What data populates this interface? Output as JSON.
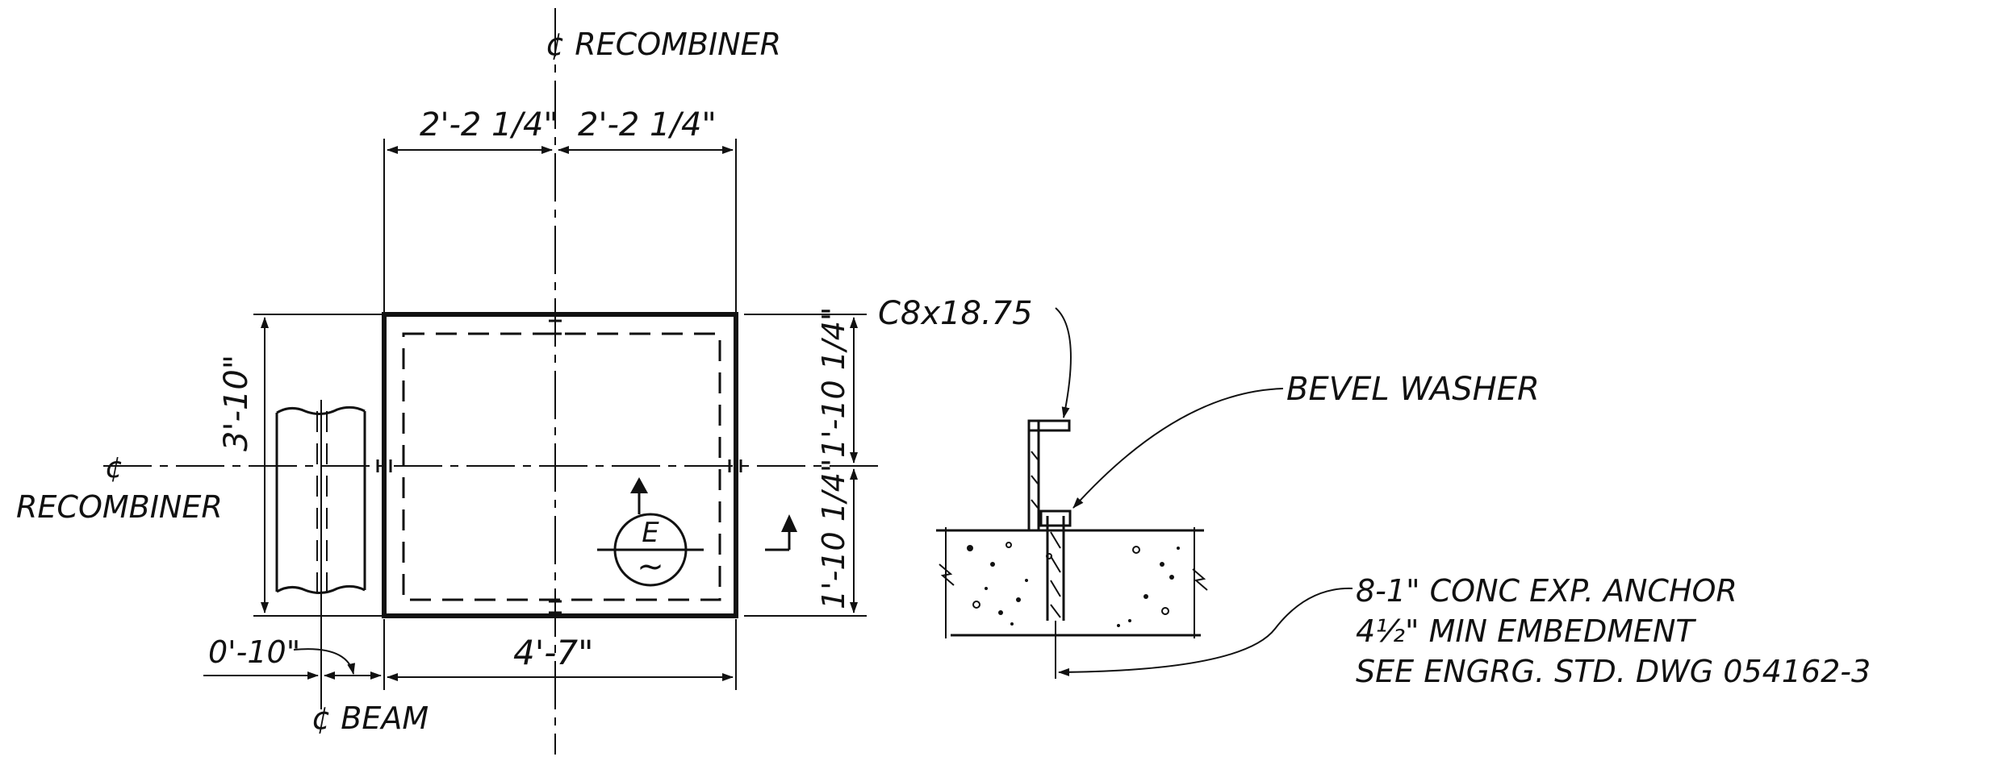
{
  "labels": {
    "cl_recombiner_top": "¢ RECOMBINER",
    "cl_recombiner_left_symbol": "¢",
    "cl_recombiner_left": "RECOMBINER",
    "cl_beam": "¢ BEAM",
    "dim_top_left": "2'-2 1/4\"",
    "dim_top_right": "2'-2 1/4\"",
    "dim_left": "3'-10\"",
    "dim_right_upper": "1'-10 1/4\"",
    "dim_right_lower": "1'-10 1/4\"",
    "dim_bottom": "4'-7\"",
    "dim_beam_offset": "0'-10\"",
    "channel": "C8x18.75",
    "bevel_washer": "BEVEL WASHER",
    "anchor_line1": "8-1\" CONC EXP. ANCHOR",
    "anchor_line2": "4½\" MIN EMBEDMENT",
    "anchor_line3": "SEE ENGRG. STD. DWG 054162-3",
    "equipment_symbol": "E",
    "equipment_wave": "~"
  }
}
